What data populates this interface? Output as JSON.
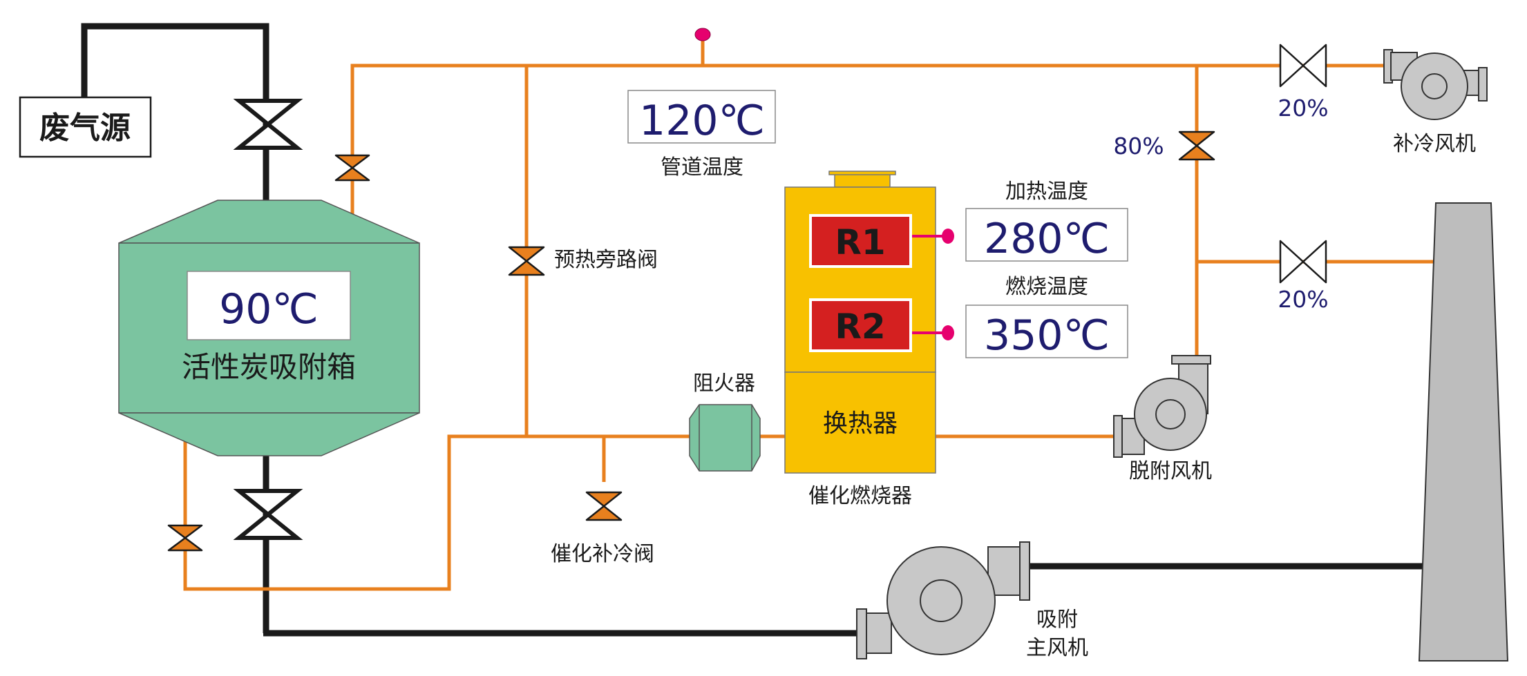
{
  "colors": {
    "orange_pipe": "#E8801E",
    "black_pipe": "#1A1A1A",
    "tank_green": "#7BC4A0",
    "burner_yellow": "#F8C100",
    "heater_red": "#D42020",
    "fan_gray": "#C8C8C8",
    "sensor_pink": "#E6006E",
    "value_text": "#1E1C6E"
  },
  "labels": {
    "waste_gas_source": "废气源",
    "carbon_box": "活性炭吸附箱",
    "pipe_temp": "管道温度",
    "preheat_bypass_valve": "预热旁路阀",
    "flame_arrester": "阻火器",
    "heat_exchanger": "换热器",
    "catalytic_burner": "催化燃烧器",
    "catalytic_cooling_valve": "催化补冷阀",
    "heating_temp": "加热温度",
    "combustion_temp": "燃烧温度",
    "desorption_fan": "脱附风机",
    "cooling_fan": "补冷风机",
    "main_fan_line1": "吸附",
    "main_fan_line2": "主风机",
    "heater_r1": "R1",
    "heater_r2": "R2"
  },
  "values": {
    "carbon_box_temp": "90℃",
    "pipe_temp": "120℃",
    "heating_temp": "280℃",
    "combustion_temp": "350℃",
    "valve_80": "80%",
    "valve_20_top": "20%",
    "valve_20_mid": "20%"
  }
}
